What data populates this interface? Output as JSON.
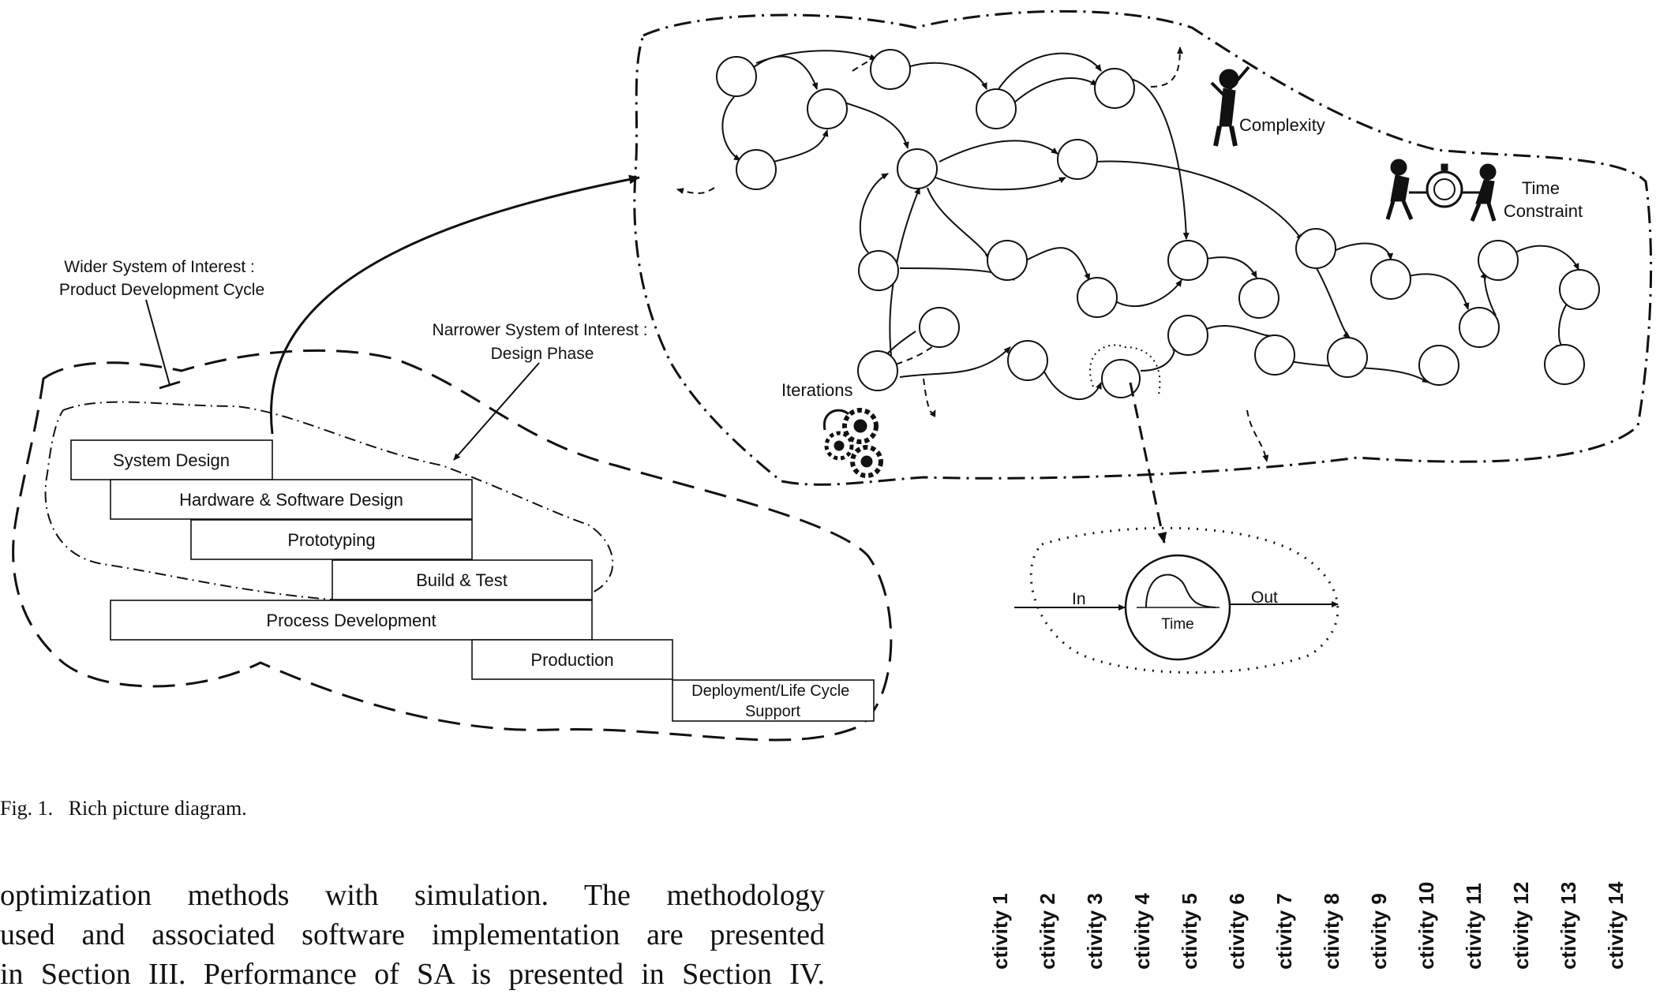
{
  "diagram": {
    "wider_label": [
      "Wider System of Interest :",
      "Product Development Cycle"
    ],
    "narrower_label": [
      "Narrower System of Interest :",
      "Design Phase"
    ],
    "phases": [
      "System Design",
      "Hardware & Software Design",
      "Prototyping",
      "Build & Test",
      "Process Development",
      "Production"
    ],
    "deployment": [
      "Deployment/Life Cycle",
      "Support"
    ],
    "complexity": "Complexity",
    "time_constraint": [
      "Time",
      "Constraint"
    ],
    "iterations": "Iterations",
    "io_in": "In",
    "io_out": "Out",
    "io_time": "Time"
  },
  "caption": {
    "label": "Fig. 1.",
    "text": "Rich picture diagram."
  },
  "body": {
    "lines": [
      "optimization methods with simulation. The methodology",
      "used and associated software implementation are presented",
      "in Section III. Performance of SA is presented in Section IV."
    ]
  },
  "activities": [
    "ctivity 1",
    "ctivity 2",
    "ctivity 3",
    "ctivity 4",
    "ctivity 5",
    "ctivity 6",
    "ctivity 7",
    "ctivity 8",
    "ctivity 9",
    "ctivity 10",
    "ctivity 11",
    "ctivity 12",
    "ctivity 13",
    "ctivity 14"
  ]
}
